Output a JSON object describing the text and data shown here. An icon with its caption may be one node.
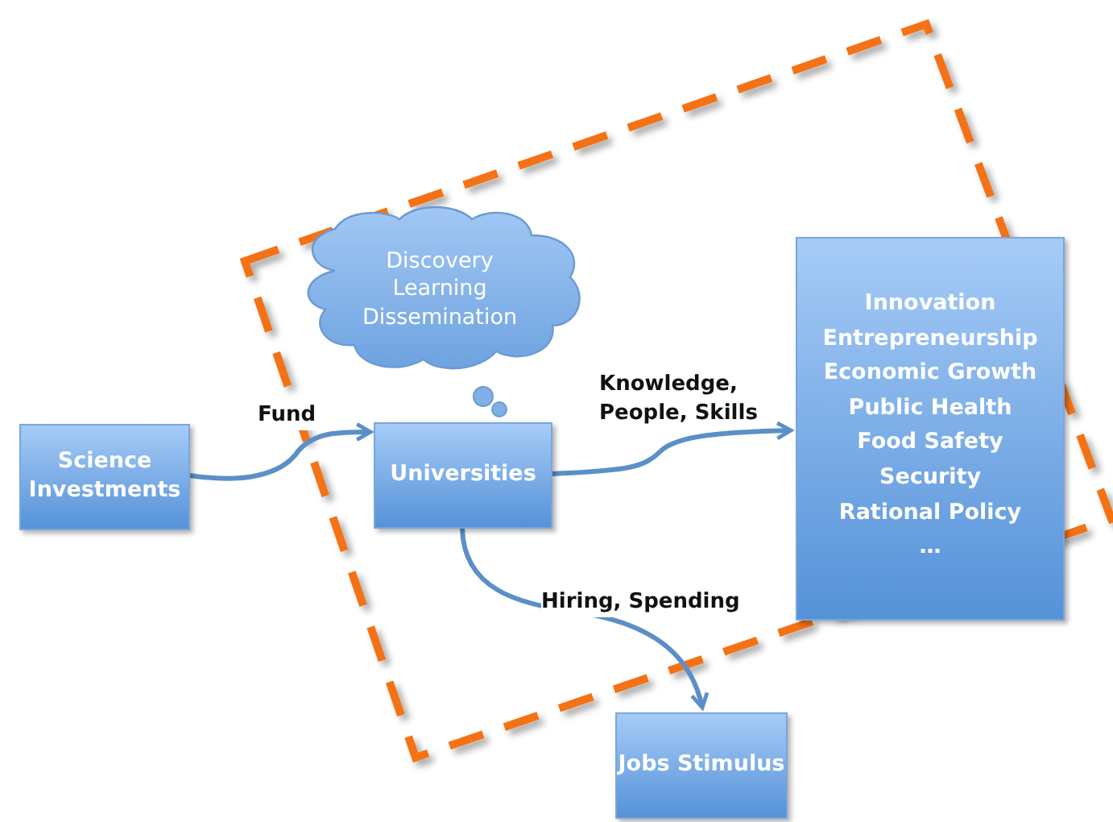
{
  "diagram": {
    "nodes": [
      {
        "text": [
          "Science Investments"
        ]
      },
      {
        "text": [
          "Universities"
        ]
      },
      {
        "text": [
          "Discovery Learning Dissemination"
        ]
      },
      {
        "text": [
          "Innovation",
          "Entrepreneurship",
          "Economic Growth",
          "Public Health",
          "Food Safety",
          "Security",
          "Rational Policy",
          "…"
        ]
      },
      {
        "text": [
          "Jobs Stimulus"
        ]
      }
    ],
    "edges": [
      {
        "from": 0,
        "to": 1,
        "arrow": "to",
        "label": "Fund"
      },
      {
        "from": 1,
        "to": 3,
        "arrow": "to",
        "label": "Knowledge, People, Skills"
      },
      {
        "from": 1,
        "to": 4,
        "arrow": "to",
        "label": "Hiring, Spending"
      }
    ]
  }
}
